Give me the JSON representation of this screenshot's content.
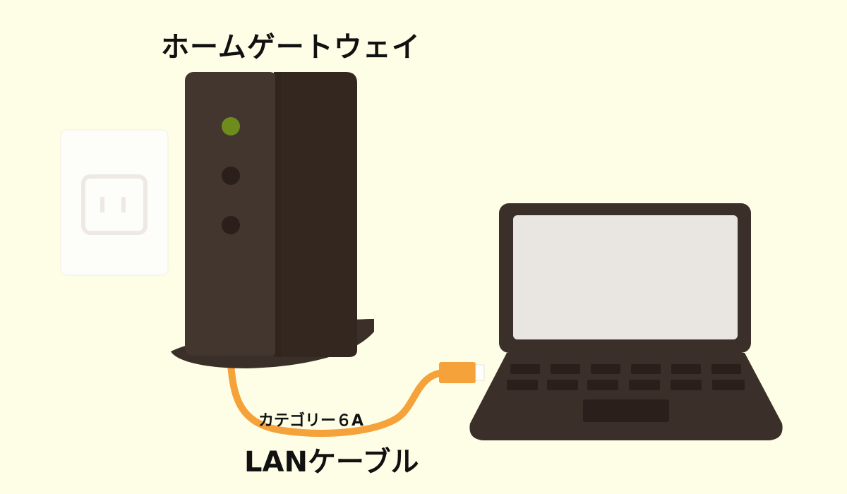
{
  "title": "ホームゲートウェイ",
  "cable": {
    "category_label": "カテゴリー６A",
    "name_label": "LANケーブル"
  },
  "colors": {
    "background": "#fefee6",
    "device_dark": "#3b2f29",
    "cable_orange": "#f6a23b",
    "led_green": "#6d8c1c",
    "screen": "#e9e6e2"
  },
  "icons": [
    "wall-outlet-icon",
    "home-gateway-icon",
    "lan-cable-icon",
    "laptop-icon"
  ],
  "gateway": {
    "leds": [
      "on",
      "off",
      "off"
    ]
  }
}
